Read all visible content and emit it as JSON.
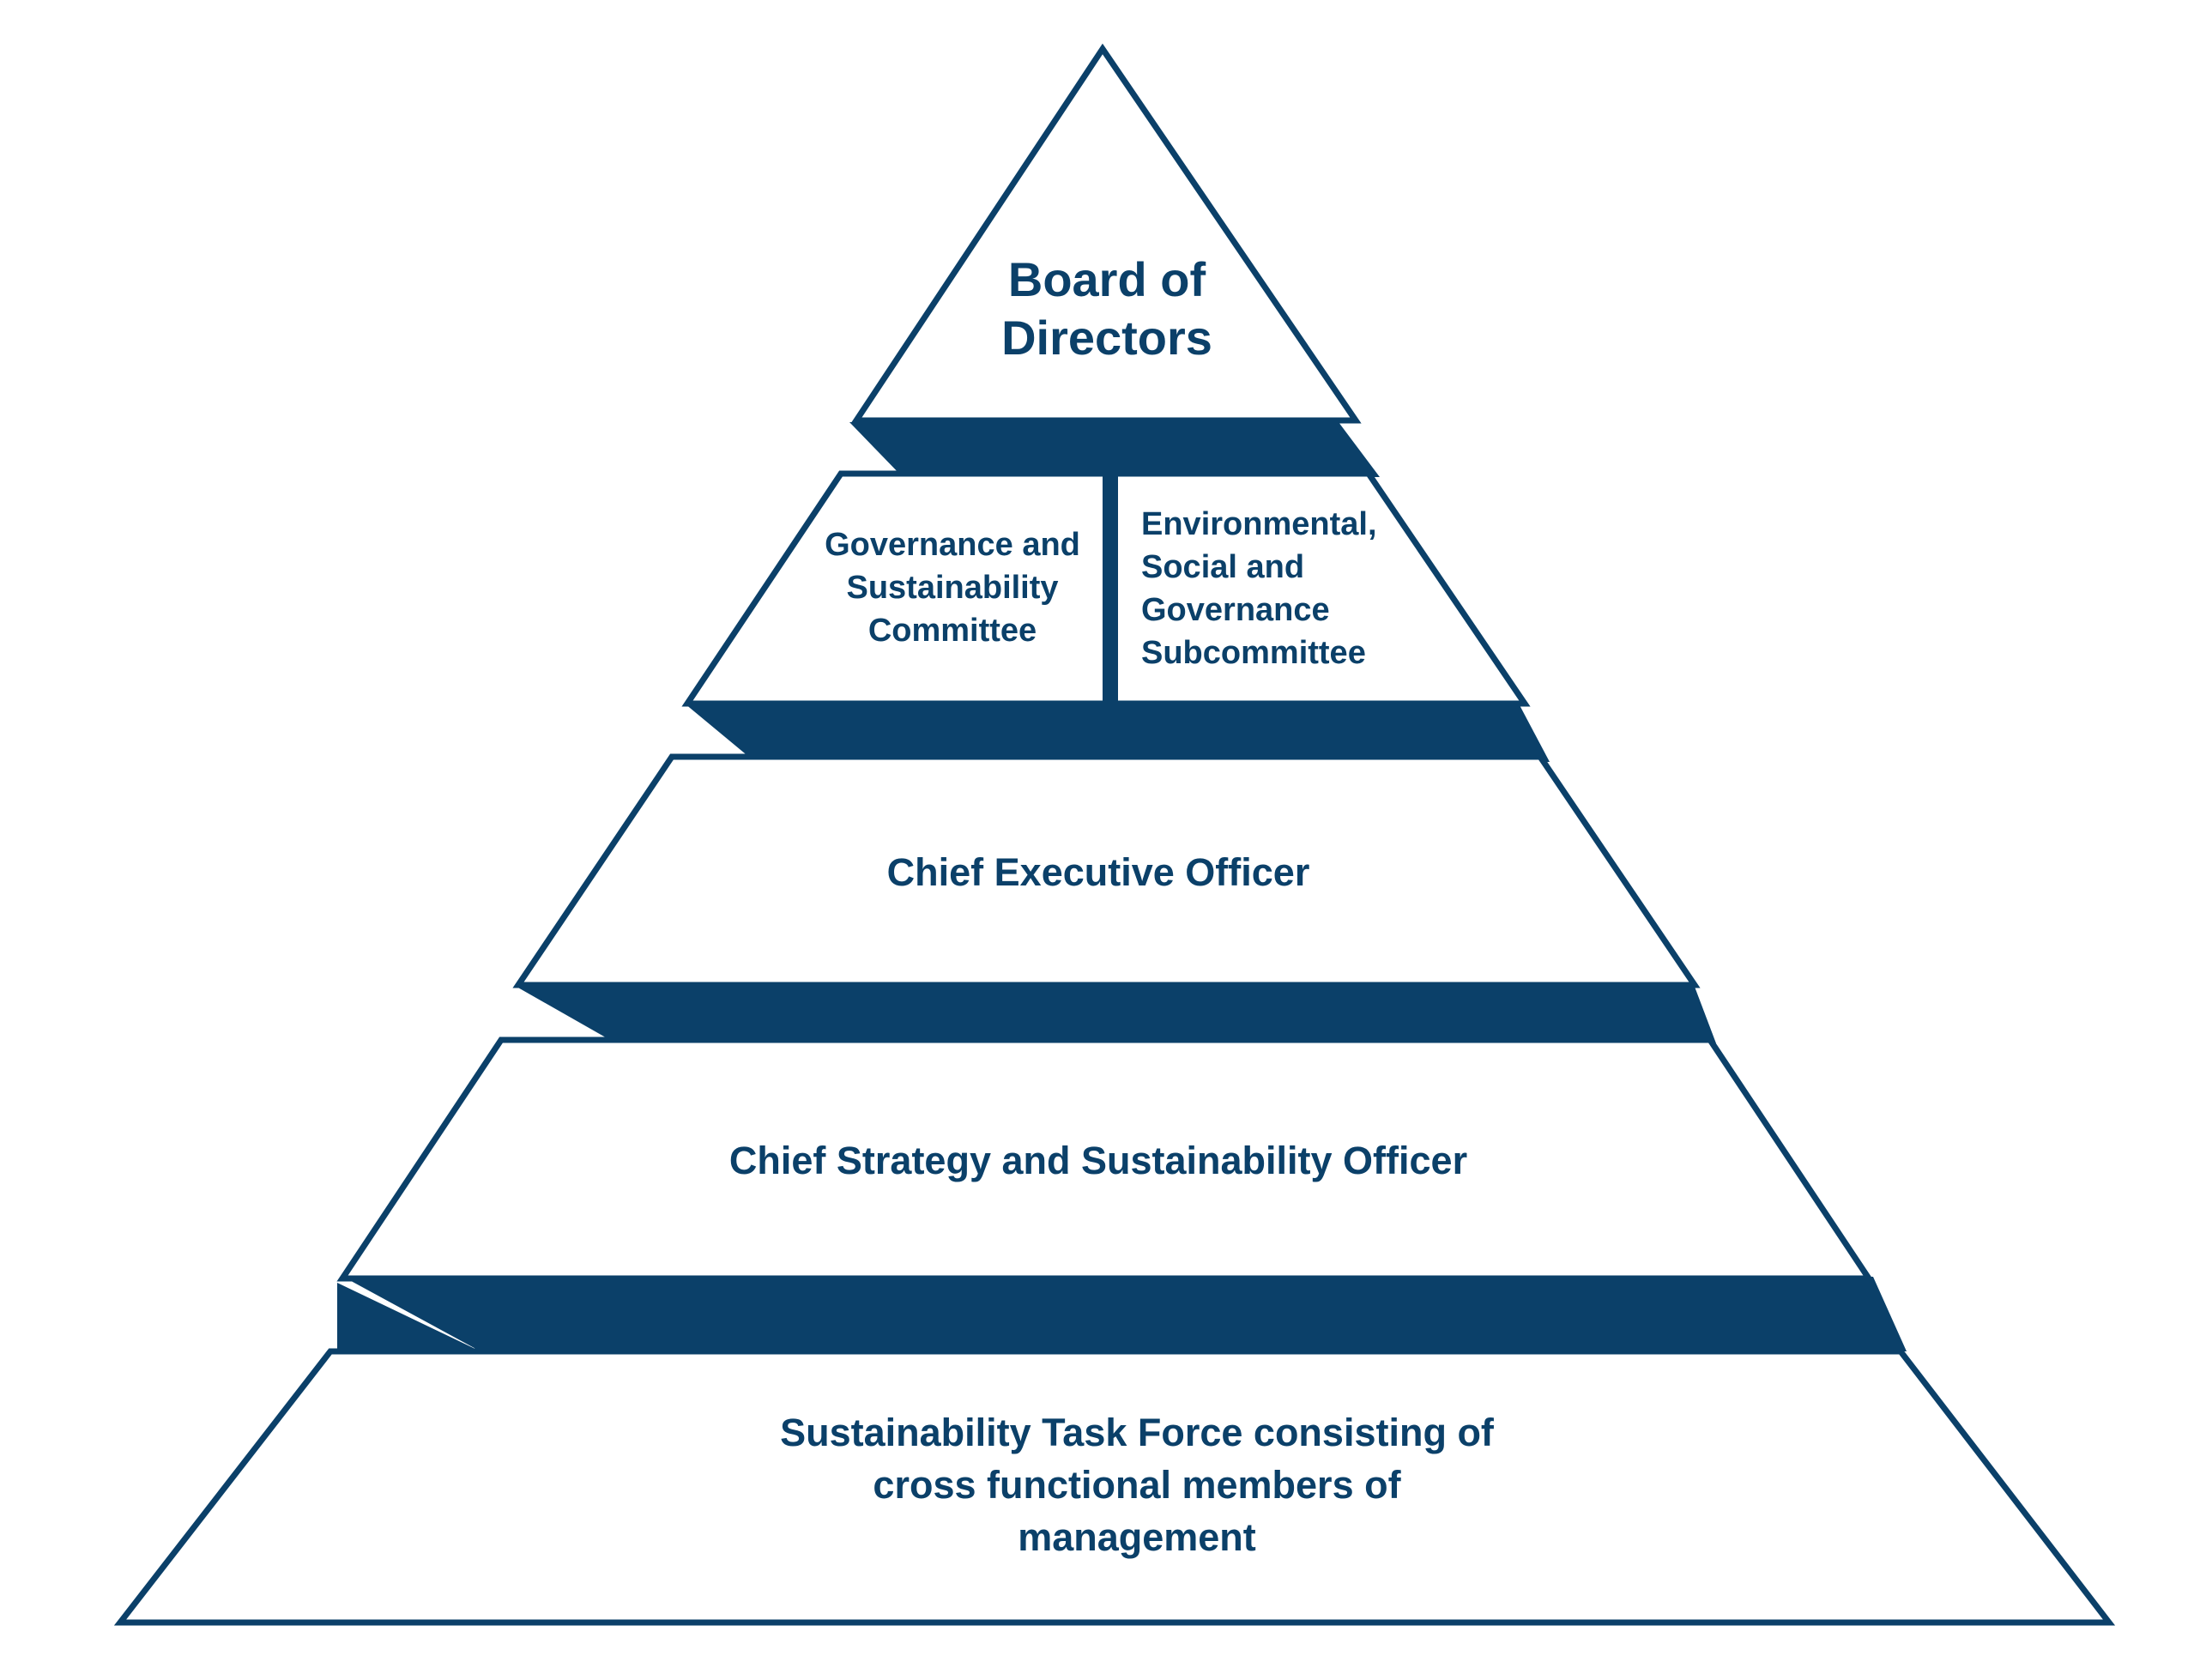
{
  "palette": {
    "primary": "#0b4069",
    "background": "#ffffff"
  },
  "pyramid": {
    "tier1": {
      "lines": [
        "Board of",
        "Directors"
      ]
    },
    "tier2": {
      "left": {
        "lines": [
          "Governance and",
          "Sustainability",
          "Committee"
        ]
      },
      "right": {
        "lines": [
          "Environmental,",
          "Social and",
          "Governance",
          "Subcommittee"
        ]
      }
    },
    "tier3": {
      "label": "Chief Executive Officer"
    },
    "tier4": {
      "label": "Chief Strategy and Sustainability Officer"
    },
    "tier5": {
      "lines": [
        "Sustainability Task Force consisting of",
        "cross functional members of",
        "management"
      ]
    }
  }
}
